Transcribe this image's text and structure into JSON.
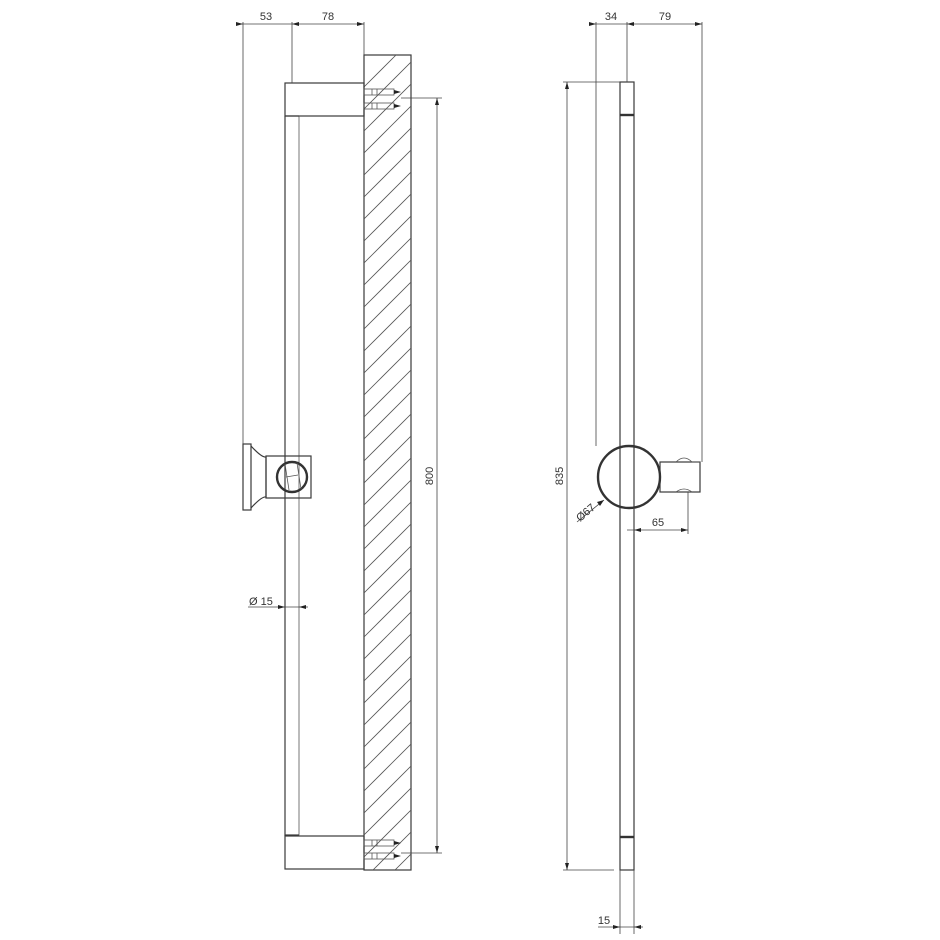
{
  "drawing": {
    "side_view": {
      "dims": {
        "offset_left": "53",
        "offset_right": "78",
        "fixing_distance": "800",
        "bar_diameter": "Ø 15"
      }
    },
    "front_view": {
      "dims": {
        "offset_left": "34",
        "offset_right": "79",
        "total_height": "835",
        "holder_diameter": "Ø67",
        "holder_projection": "65",
        "bar_width": "15"
      }
    }
  }
}
